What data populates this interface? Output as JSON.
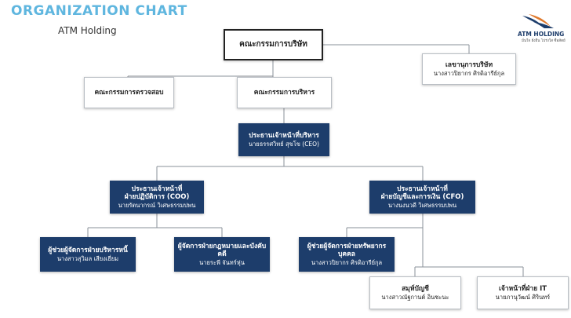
{
  "header": {
    "title": "ORGANIZATION CHART",
    "subtitle": "ATM Holding"
  },
  "logo": {
    "name": "ATM HOLDING",
    "tagline": "มั่นใจ ยั่งยืน โปร่งใส ซื่อสัตย์",
    "icon": "wing-swoosh-logo",
    "colors": {
      "navy": "#1d3d6b",
      "orange": "#e07a2e"
    }
  },
  "colors": {
    "title": "#5fb6df",
    "navy_box": "#1d3d6b",
    "line": "#8a9098"
  },
  "nodes": {
    "board": {
      "title": "คณะกรรมการบริษัท"
    },
    "secretary": {
      "title": "เลขานุการบริษัท",
      "name": "นางสาวปิยากร ศิรดิอารีย์กุล"
    },
    "audit": {
      "title": "คณะกรรมการตรวจสอบ"
    },
    "executive": {
      "title": "คณะกรรมการบริหาร"
    },
    "ceo": {
      "title": "ประธานเจ้าหน้าที่บริหาร",
      "name": "นายธรรศวิทย์ สุขโข (CEO)"
    },
    "coo": {
      "title1": "ประธานเจ้าหน้าที่",
      "title2": "ฝ่ายปฏิบัติการ (COO)",
      "name": "นายรัตนากรณ์ วิเศษธรรมปพน"
    },
    "cfo": {
      "title1": "ประธานเจ้าหน้าที่",
      "title2": "ฝ่ายบัญชีและการเงิน (CFO)",
      "name": "นางนงนวดี วิเศษธรรมปพน"
    },
    "debt": {
      "title": "ผู้ช่วยผู้จัดการฝ่ายบริหารหนี้",
      "name": "นางสาวสุวิมล เสียงเยี่ยม"
    },
    "legal": {
      "title": "ผู้จัดการฝ่ายกฎหมายและบังคับคดี",
      "name": "นายระพี จันทร์หุ่น"
    },
    "hr": {
      "title": "ผู้ช่วยผู้จัดการฝ่ายทรัพยากรบุคคล",
      "name": "นางสาวปิยากร ศิรดิอารีย์กุล"
    },
    "accounting": {
      "title": "สมุห์บัญชี",
      "name": "นางสาวณัฐกานต์ อินชะนะ"
    },
    "it": {
      "title": "เจ้าหน้าที่ฝ่าย IT",
      "name": "นายภานุวัฒน์ ศิรินทร์"
    }
  }
}
